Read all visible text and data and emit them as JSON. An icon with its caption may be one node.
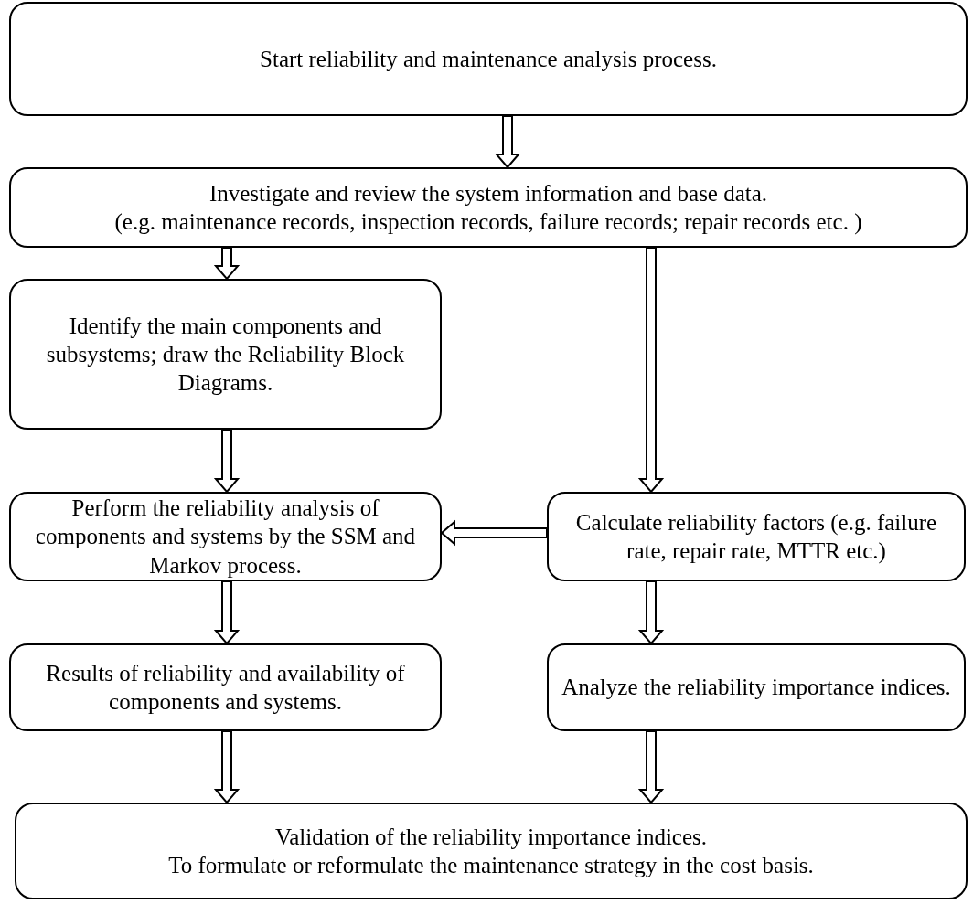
{
  "diagram": {
    "nodes": [
      {
        "text": [
          "Start reliability and maintenance analysis process."
        ]
      },
      {
        "text": [
          "Investigate and review the system information and base data.",
          "(e.g. maintenance records, inspection records, failure records; repair records etc. )"
        ]
      },
      {
        "text": [
          "Identify the main components and subsystems; draw the Reliability Block Diagrams."
        ]
      },
      {
        "text": [
          "Perform the reliability analysis of components and systems by the SSM and Markov process."
        ]
      },
      {
        "text": [
          "Calculate reliability factors (e.g. failure rate, repair rate, MTTR etc.)"
        ]
      },
      {
        "text": [
          "Results of reliability and availability of components and systems."
        ]
      },
      {
        "text": [
          "Analyze the reliability importance indices."
        ]
      },
      {
        "text": [
          "Validation of the reliability importance indices.",
          "To formulate or reformulate the maintenance strategy in the cost basis."
        ]
      }
    ],
    "edges": [
      {
        "from": 0,
        "to": 1,
        "arrow": "to"
      },
      {
        "from": 1,
        "to": 2,
        "arrow": "to"
      },
      {
        "from": 1,
        "to": 4,
        "arrow": "to"
      },
      {
        "from": 2,
        "to": 3,
        "arrow": "to"
      },
      {
        "from": 4,
        "to": 3,
        "arrow": "to"
      },
      {
        "from": 3,
        "to": 5,
        "arrow": "to"
      },
      {
        "from": 4,
        "to": 6,
        "arrow": "to"
      },
      {
        "from": 5,
        "to": 7,
        "arrow": "to"
      },
      {
        "from": 6,
        "to": 7,
        "arrow": "to"
      }
    ]
  }
}
